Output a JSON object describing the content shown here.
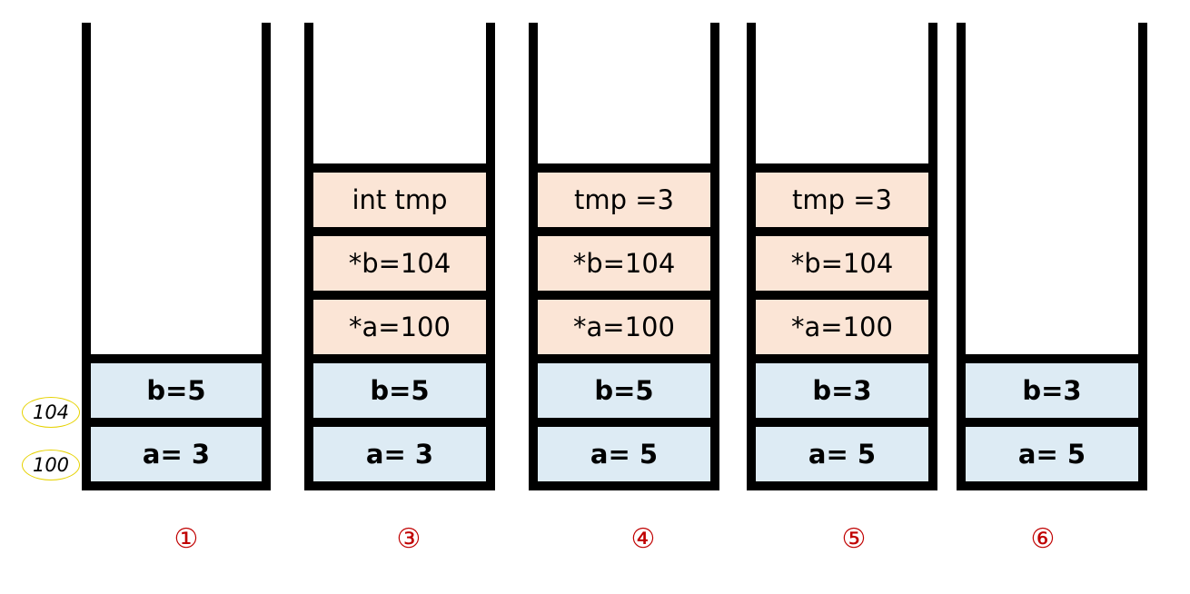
{
  "stacks": [
    {
      "label": "①",
      "cells": [
        {
          "text": "b=5",
          "kind": "caller"
        },
        {
          "text": "a= 3",
          "kind": "caller"
        }
      ]
    },
    {
      "label": "③",
      "cells": [
        {
          "text": "int tmp",
          "kind": "local"
        },
        {
          "text": "*b=104",
          "kind": "local"
        },
        {
          "text": "*a=100",
          "kind": "local"
        },
        {
          "text": "b=5",
          "kind": "caller"
        },
        {
          "text": "a= 3",
          "kind": "caller"
        }
      ]
    },
    {
      "label": "④",
      "cells": [
        {
          "text": "tmp =3",
          "kind": "local"
        },
        {
          "text": "*b=104",
          "kind": "local"
        },
        {
          "text": "*a=100",
          "kind": "local"
        },
        {
          "text": "b=5",
          "kind": "caller"
        },
        {
          "text": "a= 5",
          "kind": "caller"
        }
      ]
    },
    {
      "label": "⑤",
      "cells": [
        {
          "text": "tmp =3",
          "kind": "local"
        },
        {
          "text": "*b=104",
          "kind": "local"
        },
        {
          "text": "*a=100",
          "kind": "local"
        },
        {
          "text": "b=3",
          "kind": "caller"
        },
        {
          "text": "a= 5",
          "kind": "caller"
        }
      ]
    },
    {
      "label": "⑥",
      "cells": [
        {
          "text": "b=3",
          "kind": "caller"
        },
        {
          "text": "a= 5",
          "kind": "caller"
        }
      ]
    }
  ],
  "addresses": [
    {
      "text": "104"
    },
    {
      "text": "100"
    }
  ]
}
